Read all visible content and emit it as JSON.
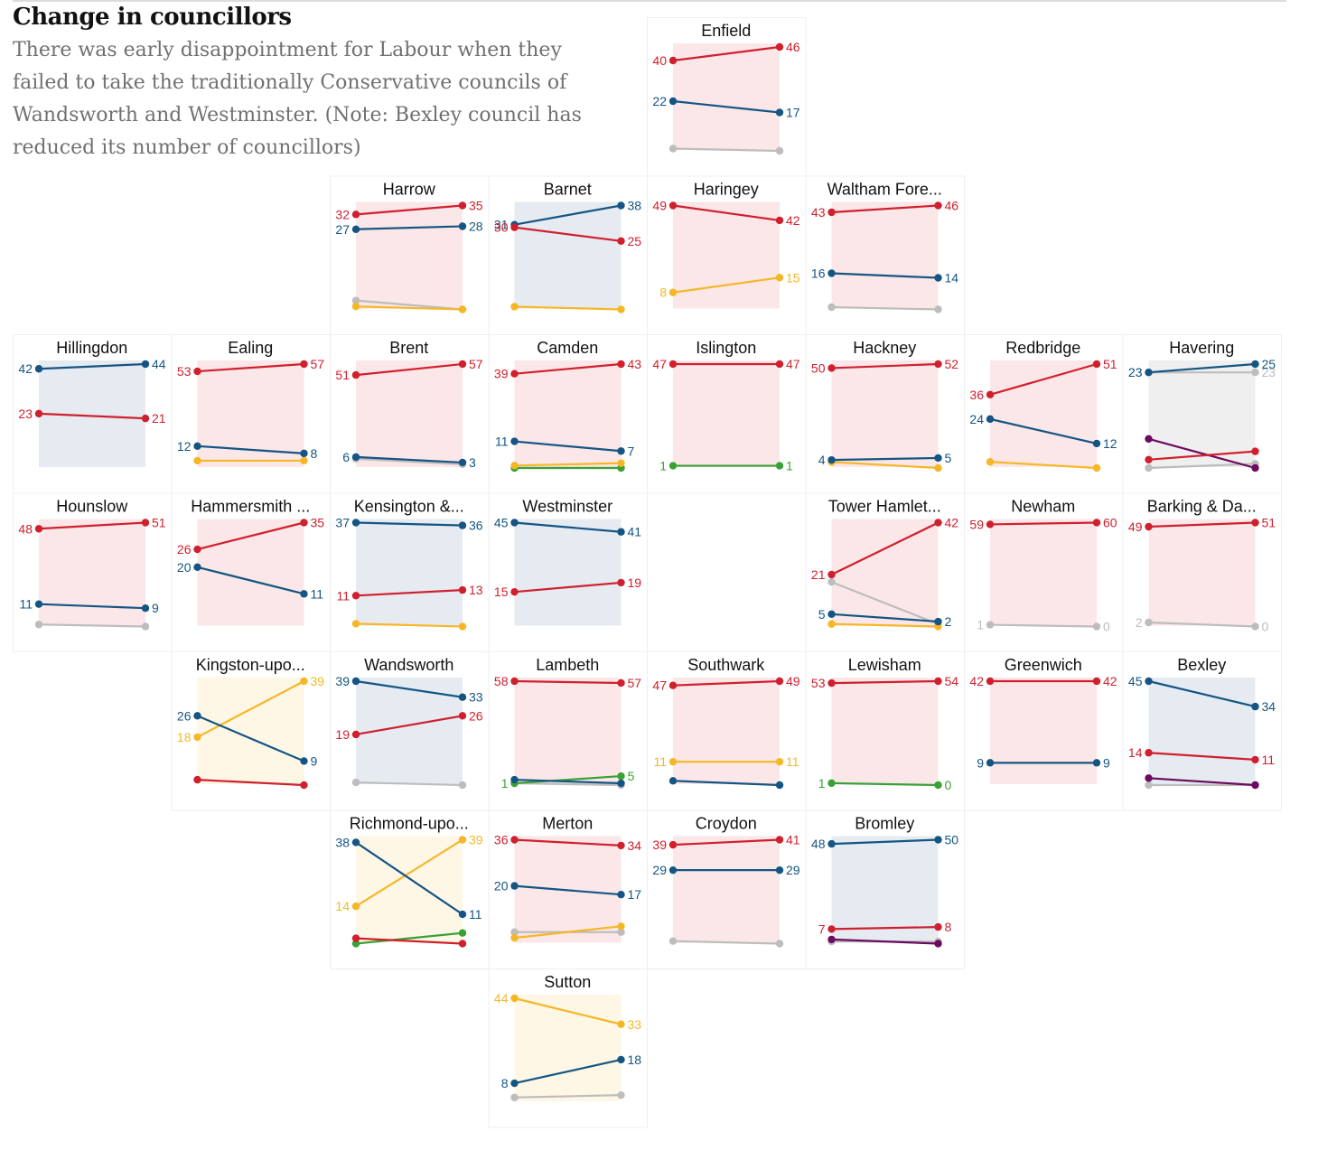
{
  "title": "Change in councillors",
  "subtitle": "There was early disappointment for Labour when they failed to take the traditionally Conservative councils of Wandsworth and Westminster. (Note: Bexley council has reduced its number of councillors)",
  "colors": {
    "lab": "#d0202e",
    "con": "#145584",
    "ld": "#f6b726",
    "green": "#39a236",
    "ukip": "#6c0a5f",
    "other": "#bdbdbd",
    "bg_lab": "#fbe7e8",
    "bg_con": "#e5ebf1",
    "bg_ld": "#fef7e6",
    "bg_noc": "#efefef"
  },
  "chart_data": {
    "type": "line",
    "y_scale": "per-borough",
    "boroughs": [
      {
        "name": "Enfield",
        "control": "lab",
        "series": [
          {
            "party": "lab",
            "values": [
              40,
              46
            ],
            "show_labels": true
          },
          {
            "party": "con",
            "values": [
              22,
              17
            ],
            "show_labels": true
          },
          {
            "party": "other",
            "values": [
              1,
              0
            ],
            "show_labels": false
          }
        ]
      },
      {
        "name": "Harrow",
        "control": "lab",
        "series": [
          {
            "party": "lab",
            "values": [
              32,
              35
            ],
            "show_labels": true
          },
          {
            "party": "con",
            "values": [
              27,
              28
            ],
            "show_labels": true
          },
          {
            "party": "other",
            "values": [
              3,
              0
            ],
            "show_labels": false
          },
          {
            "party": "ld",
            "values": [
              1,
              0
            ],
            "show_labels": false
          }
        ]
      },
      {
        "name": "Barnet",
        "control": "con",
        "series": [
          {
            "party": "con",
            "values": [
              31,
              38
            ],
            "show_labels": true
          },
          {
            "party": "lab",
            "values": [
              30,
              25
            ],
            "show_labels": true
          },
          {
            "party": "ld",
            "values": [
              1,
              0
            ],
            "show_labels": false
          }
        ]
      },
      {
        "name": "Haringey",
        "control": "lab",
        "series": [
          {
            "party": "lab",
            "values": [
              49,
              42
            ],
            "show_labels": true
          },
          {
            "party": "ld",
            "values": [
              8,
              15
            ],
            "show_labels": true
          }
        ]
      },
      {
        "name": "Waltham Fore...",
        "control": "lab",
        "series": [
          {
            "party": "lab",
            "values": [
              43,
              46
            ],
            "show_labels": true
          },
          {
            "party": "con",
            "values": [
              16,
              14
            ],
            "show_labels": true
          },
          {
            "party": "other",
            "values": [
              1,
              0
            ],
            "show_labels": false
          }
        ]
      },
      {
        "name": "Hillingdon",
        "control": "con",
        "series": [
          {
            "party": "con",
            "values": [
              42,
              44
            ],
            "show_labels": true
          },
          {
            "party": "lab",
            "values": [
              23,
              21
            ],
            "show_labels": true
          }
        ]
      },
      {
        "name": "Ealing",
        "control": "lab",
        "series": [
          {
            "party": "lab",
            "values": [
              53,
              57
            ],
            "show_labels": true
          },
          {
            "party": "con",
            "values": [
              12,
              8
            ],
            "show_labels": true
          },
          {
            "party": "ld",
            "values": [
              4,
              4
            ],
            "show_labels": false
          }
        ]
      },
      {
        "name": "Brent",
        "control": "lab",
        "series": [
          {
            "party": "lab",
            "values": [
              51,
              57
            ],
            "show_labels": true
          },
          {
            "party": "con",
            "values": [
              6,
              3
            ],
            "show_labels": true
          },
          {
            "party": "other",
            "values": [
              5,
              2
            ],
            "show_labels": false
          }
        ]
      },
      {
        "name": "Camden",
        "control": "lab",
        "series": [
          {
            "party": "lab",
            "values": [
              39,
              43
            ],
            "show_labels": true
          },
          {
            "party": "con",
            "values": [
              11,
              7
            ],
            "show_labels": true
          },
          {
            "party": "ld",
            "values": [
              1,
              2
            ],
            "show_labels": false
          },
          {
            "party": "other",
            "values": [
              0,
              0
            ],
            "show_labels": false
          },
          {
            "party": "green",
            "values": [
              0,
              0
            ],
            "show_labels": false
          }
        ]
      },
      {
        "name": "Islington",
        "control": "lab",
        "series": [
          {
            "party": "lab",
            "values": [
              47,
              47
            ],
            "show_labels": true
          },
          {
            "party": "green",
            "values": [
              1,
              1
            ],
            "show_labels": true
          }
        ]
      },
      {
        "name": "Hackney",
        "control": "lab",
        "series": [
          {
            "party": "lab",
            "values": [
              50,
              52
            ],
            "show_labels": true
          },
          {
            "party": "con",
            "values": [
              4,
              5
            ],
            "show_labels": true
          },
          {
            "party": "ld",
            "values": [
              3,
              0
            ],
            "show_labels": false
          }
        ]
      },
      {
        "name": "Redbridge",
        "control": "lab",
        "series": [
          {
            "party": "lab",
            "values": [
              36,
              51
            ],
            "show_labels": true
          },
          {
            "party": "con",
            "values": [
              24,
              12
            ],
            "show_labels": true
          },
          {
            "party": "ld",
            "values": [
              3,
              0
            ],
            "show_labels": false
          }
        ]
      },
      {
        "name": "Havering",
        "control": "noc",
        "series": [
          {
            "party": "con",
            "values": [
              23,
              25
            ],
            "show_labels": true
          },
          {
            "party": "other",
            "values": [
              23,
              23
            ],
            "show_labels": true
          },
          {
            "party": "ukip",
            "values": [
              7,
              0
            ],
            "show_labels": false
          },
          {
            "party": "lab",
            "values": [
              2,
              4
            ],
            "show_labels": false
          },
          {
            "party": "other",
            "values": [
              0,
              1
            ],
            "show_labels": false
          }
        ]
      },
      {
        "name": "Hounslow",
        "control": "lab",
        "series": [
          {
            "party": "lab",
            "values": [
              48,
              51
            ],
            "show_labels": true
          },
          {
            "party": "con",
            "values": [
              11,
              9
            ],
            "show_labels": true
          },
          {
            "party": "other",
            "values": [
              1,
              0
            ],
            "show_labels": false
          }
        ]
      },
      {
        "name": "Hammersmith ...",
        "control": "lab",
        "series": [
          {
            "party": "lab",
            "values": [
              26,
              35
            ],
            "show_labels": true
          },
          {
            "party": "con",
            "values": [
              20,
              11
            ],
            "show_labels": true
          }
        ]
      },
      {
        "name": "Kensington &...",
        "control": "con",
        "series": [
          {
            "party": "con",
            "values": [
              37,
              36
            ],
            "show_labels": true
          },
          {
            "party": "lab",
            "values": [
              11,
              13
            ],
            "show_labels": true
          },
          {
            "party": "ld",
            "values": [
              1,
              0
            ],
            "show_labels": false
          }
        ]
      },
      {
        "name": "Westminster",
        "control": "con",
        "series": [
          {
            "party": "con",
            "values": [
              45,
              41
            ],
            "show_labels": true
          },
          {
            "party": "lab",
            "values": [
              15,
              19
            ],
            "show_labels": true
          }
        ]
      },
      {
        "name": "Tower Hamlet...",
        "control": "lab",
        "series": [
          {
            "party": "lab",
            "values": [
              21,
              42
            ],
            "show_labels": true
          },
          {
            "party": "con",
            "values": [
              5,
              2
            ],
            "show_labels": true
          },
          {
            "party": "other",
            "values": [
              18,
              1
            ],
            "show_labels": false
          },
          {
            "party": "ld",
            "values": [
              1,
              0
            ],
            "show_labels": false
          }
        ]
      },
      {
        "name": "Newham",
        "control": "lab",
        "series": [
          {
            "party": "lab",
            "values": [
              59,
              60
            ],
            "show_labels": true
          },
          {
            "party": "other",
            "values": [
              1,
              0
            ],
            "show_labels": true
          }
        ]
      },
      {
        "name": "Barking & Da...",
        "control": "lab",
        "series": [
          {
            "party": "lab",
            "values": [
              49,
              51
            ],
            "show_labels": true
          },
          {
            "party": "other",
            "values": [
              2,
              0
            ],
            "show_labels": true
          }
        ]
      },
      {
        "name": "Kingston-upo...",
        "control": "ld",
        "series": [
          {
            "party": "con",
            "values": [
              26,
              9
            ],
            "show_labels": true
          },
          {
            "party": "ld",
            "values": [
              18,
              39
            ],
            "show_labels": true
          },
          {
            "party": "lab",
            "values": [
              2,
              0
            ],
            "show_labels": false
          }
        ]
      },
      {
        "name": "Wandsworth",
        "control": "con",
        "series": [
          {
            "party": "con",
            "values": [
              39,
              33
            ],
            "show_labels": true
          },
          {
            "party": "lab",
            "values": [
              19,
              26
            ],
            "show_labels": true
          },
          {
            "party": "other",
            "values": [
              1,
              0
            ],
            "show_labels": false
          }
        ]
      },
      {
        "name": "Lambeth",
        "control": "lab",
        "series": [
          {
            "party": "lab",
            "values": [
              58,
              57
            ],
            "show_labels": true
          },
          {
            "party": "green",
            "values": [
              1,
              5
            ],
            "show_labels": true
          },
          {
            "party": "con",
            "values": [
              3,
              1
            ],
            "show_labels": false
          },
          {
            "party": "other",
            "values": [
              1,
              0
            ],
            "show_labels": false
          }
        ]
      },
      {
        "name": "Southwark",
        "control": "lab",
        "series": [
          {
            "party": "lab",
            "values": [
              47,
              49
            ],
            "show_labels": true
          },
          {
            "party": "ld",
            "values": [
              11,
              11
            ],
            "show_labels": true
          },
          {
            "party": "con",
            "values": [
              2,
              0
            ],
            "show_labels": false
          }
        ]
      },
      {
        "name": "Lewisham",
        "control": "lab",
        "series": [
          {
            "party": "lab",
            "values": [
              53,
              54
            ],
            "show_labels": true
          },
          {
            "party": "green",
            "values": [
              1,
              0
            ],
            "show_labels": true
          }
        ]
      },
      {
        "name": "Greenwich",
        "control": "lab",
        "series": [
          {
            "party": "lab",
            "values": [
              42,
              42
            ],
            "show_labels": true
          },
          {
            "party": "con",
            "values": [
              9,
              9
            ],
            "show_labels": true
          }
        ]
      },
      {
        "name": "Bexley",
        "control": "con",
        "series": [
          {
            "party": "con",
            "values": [
              45,
              34
            ],
            "show_labels": true
          },
          {
            "party": "lab",
            "values": [
              14,
              11
            ],
            "show_labels": true
          },
          {
            "party": "ukip",
            "values": [
              3,
              0
            ],
            "show_labels": false
          },
          {
            "party": "other",
            "values": [
              0,
              0
            ],
            "show_labels": false
          }
        ]
      },
      {
        "name": "Richmond-upo...",
        "control": "ld",
        "series": [
          {
            "party": "con",
            "values": [
              38,
              11
            ],
            "show_labels": true
          },
          {
            "party": "ld",
            "values": [
              14,
              39
            ],
            "show_labels": true
          },
          {
            "party": "lab",
            "values": [
              2,
              0
            ],
            "show_labels": false
          },
          {
            "party": "green",
            "values": [
              0,
              4
            ],
            "show_labels": false
          }
        ]
      },
      {
        "name": "Merton",
        "control": "lab",
        "series": [
          {
            "party": "lab",
            "values": [
              36,
              34
            ],
            "show_labels": true
          },
          {
            "party": "con",
            "values": [
              20,
              17
            ],
            "show_labels": true
          },
          {
            "party": "other",
            "values": [
              4,
              4
            ],
            "show_labels": false
          },
          {
            "party": "ld",
            "values": [
              2,
              6
            ],
            "show_labels": false
          }
        ]
      },
      {
        "name": "Croydon",
        "control": "lab",
        "series": [
          {
            "party": "lab",
            "values": [
              39,
              41
            ],
            "show_labels": true
          },
          {
            "party": "con",
            "values": [
              29,
              29
            ],
            "show_labels": true
          },
          {
            "party": "other",
            "values": [
              1,
              0
            ],
            "show_labels": false
          }
        ]
      },
      {
        "name": "Bromley",
        "control": "con",
        "series": [
          {
            "party": "con",
            "values": [
              48,
              50
            ],
            "show_labels": true
          },
          {
            "party": "lab",
            "values": [
              7,
              8
            ],
            "show_labels": true
          },
          {
            "party": "other",
            "values": [
              1,
              1
            ],
            "show_labels": false
          },
          {
            "party": "ukip",
            "values": [
              2,
              0
            ],
            "show_labels": false
          }
        ]
      },
      {
        "name": "Sutton",
        "control": "ld",
        "series": [
          {
            "party": "ld",
            "values": [
              44,
              33
            ],
            "show_labels": true
          },
          {
            "party": "con",
            "values": [
              8,
              18
            ],
            "show_labels": true
          },
          {
            "party": "other",
            "values": [
              2,
              3
            ],
            "show_labels": false
          }
        ]
      }
    ]
  }
}
